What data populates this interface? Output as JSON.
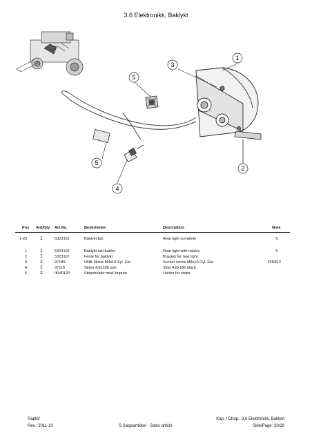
{
  "page_title": "3.6 Elektronikk, Baklykt",
  "drawing": {
    "callouts": [
      "1",
      "2",
      "3",
      "4",
      "5",
      "5"
    ]
  },
  "table": {
    "headers": {
      "pos": "Pos",
      "qty": "Ant/Qty",
      "art": "Art.No.",
      "beskrivelse": "Beskrivelse",
      "description": "Description",
      "note": "Note"
    },
    "rows": [
      {
        "pos": "1-20",
        "qty": "1",
        "art": "5323101",
        "beskrivelse": "Baklykt kpl.",
        "description": "Rear light complete",
        "note": "S"
      },
      {
        "pos": "1",
        "qty": "1",
        "art": "5323106",
        "beskrivelse": "Baklykt inkl kabler",
        "description": "Rear light with cables",
        "note": "S"
      },
      {
        "pos": "2",
        "qty": "1",
        "art": "5323107",
        "beskrivelse": "Feste for baklykt",
        "description": "Bracket for rear light",
        "note": ""
      },
      {
        "pos": "3",
        "qty": "2",
        "art": "97189",
        "beskrivelse": "UNB Skrue M4x10 Syl. Etz.",
        "description": "Socket screw M4x10 Cyl. Etz.",
        "note": "DIN912"
      },
      {
        "pos": "4",
        "qty": "1",
        "art": "97116",
        "beskrivelse": "Strips 4,8x186 sort",
        "description": "Strip 4,8x186 black",
        "note": ""
      },
      {
        "pos": "5",
        "qty": "2",
        "art": "IKM0120",
        "beskrivelse": "Stripsholder med limpute",
        "description": "Holder for strips",
        "note": ""
      }
    ]
  },
  "footer": {
    "model": "Raptor",
    "rev": "Rev.: 2011-10",
    "legend": "S Salgsartikkel - Sales article",
    "chapter": "Kap. / Chap.: 3.6 Elektronikk, Baklykt",
    "page": "Side/Page: 20/29"
  }
}
